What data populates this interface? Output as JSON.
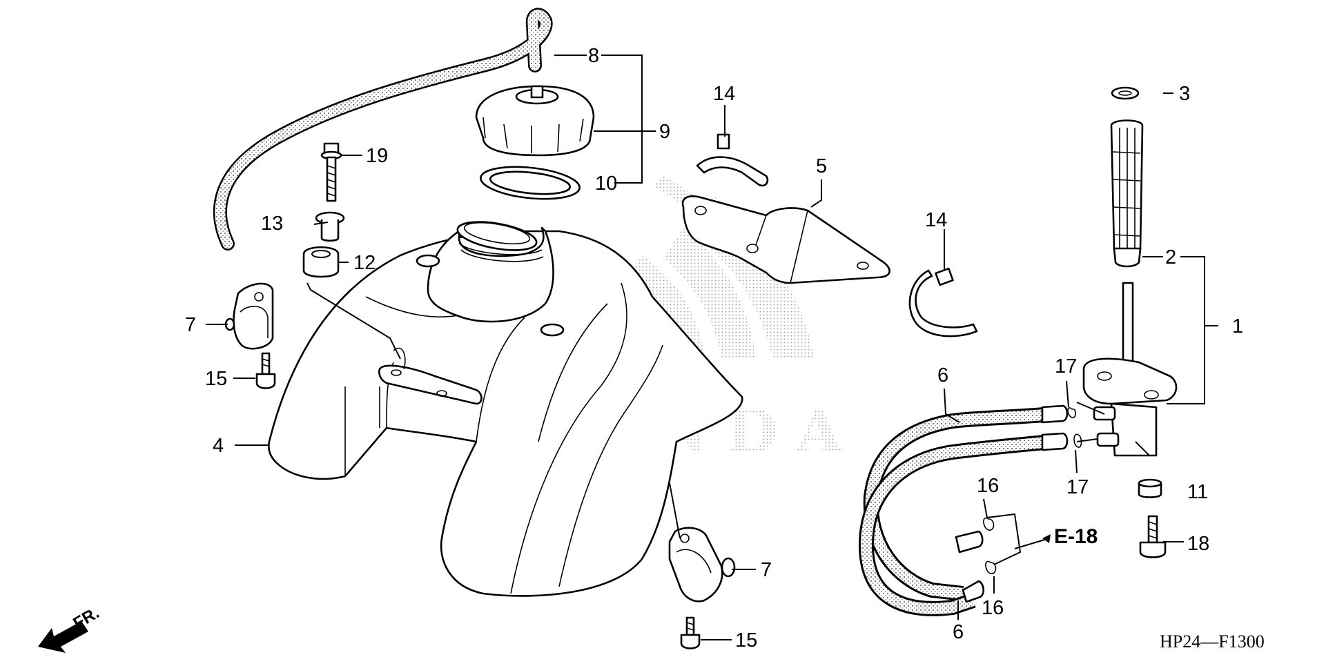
{
  "diagram": {
    "callouts": [
      {
        "id": "c1",
        "text": "1"
      },
      {
        "id": "c2",
        "text": "2"
      },
      {
        "id": "c3",
        "text": "3"
      },
      {
        "id": "c4",
        "text": "4"
      },
      {
        "id": "c5",
        "text": "5"
      },
      {
        "id": "c6a",
        "text": "6"
      },
      {
        "id": "c6b",
        "text": "6"
      },
      {
        "id": "c7a",
        "text": "7"
      },
      {
        "id": "c7b",
        "text": "7"
      },
      {
        "id": "c8",
        "text": "8"
      },
      {
        "id": "c9",
        "text": "9"
      },
      {
        "id": "c10",
        "text": "10"
      },
      {
        "id": "c11",
        "text": "11"
      },
      {
        "id": "c12",
        "text": "12"
      },
      {
        "id": "c13",
        "text": "13"
      },
      {
        "id": "c14a",
        "text": "14"
      },
      {
        "id": "c14b",
        "text": "14"
      },
      {
        "id": "c15a",
        "text": "15"
      },
      {
        "id": "c15b",
        "text": "15"
      },
      {
        "id": "c16a",
        "text": "16"
      },
      {
        "id": "c16b",
        "text": "16"
      },
      {
        "id": "c17a",
        "text": "17"
      },
      {
        "id": "c17b",
        "text": "17"
      },
      {
        "id": "c18",
        "text": "18"
      },
      {
        "id": "c19",
        "text": "19"
      }
    ],
    "reference": "E-18",
    "drawing_code": "HP24—F1300",
    "front_indicator": "FR.",
    "watermark": "HONDA",
    "colors": {
      "line": "#000000",
      "background": "#ffffff",
      "watermark": "#b8b8b8"
    },
    "icons": {
      "front_arrow": "arrow-left-down-icon"
    }
  }
}
